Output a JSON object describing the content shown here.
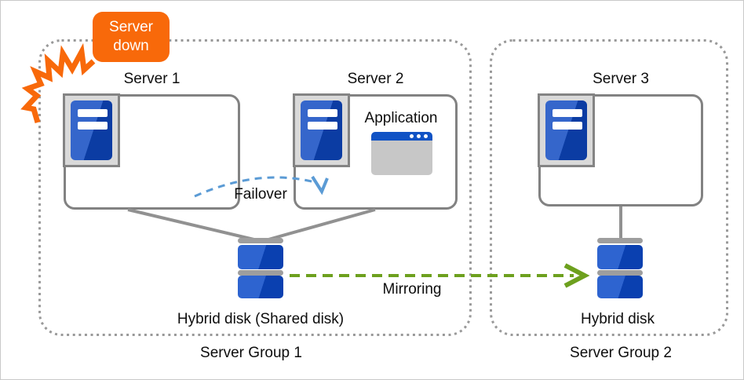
{
  "diagram": {
    "badge": {
      "line1": "Server",
      "line2": "down"
    },
    "server1_label": "Server 1",
    "server2_label": "Server 2",
    "server3_label": "Server 3",
    "application_label": "Application",
    "failover_label": "Failover",
    "mirroring_label": "Mirroring",
    "shared_disk_label": "Hybrid disk (Shared disk)",
    "hybrid_disk_label": "Hybrid disk",
    "group1_label": "Server Group 1",
    "group2_label": "Server Group 2"
  },
  "colors": {
    "accent_orange": "#F8690A",
    "server_blue_light": "#3566CB",
    "server_blue_dark": "#0B3CA3",
    "disk_blue_light": "#2E64D0",
    "disk_blue_dark": "#0A40B0",
    "app_titlebar_blue": "#1153C5",
    "failover_blue": "#5B9BD5",
    "mirroring_green": "#6DA01E",
    "connector_gray": "#919191",
    "group_border_gray": "#999999",
    "box_border_gray": "#828282",
    "icon_frame_gray": "#D9D9D9"
  },
  "icons": {
    "crash-flash-icon": "orange zigzag burst polyline",
    "server-tower-icon": "blue tower with two white slots in gray frame",
    "application-window-icon": "window with blue title bar and three dots",
    "hybrid-disk-icon": "two stacked blue platters with gray caps"
  }
}
